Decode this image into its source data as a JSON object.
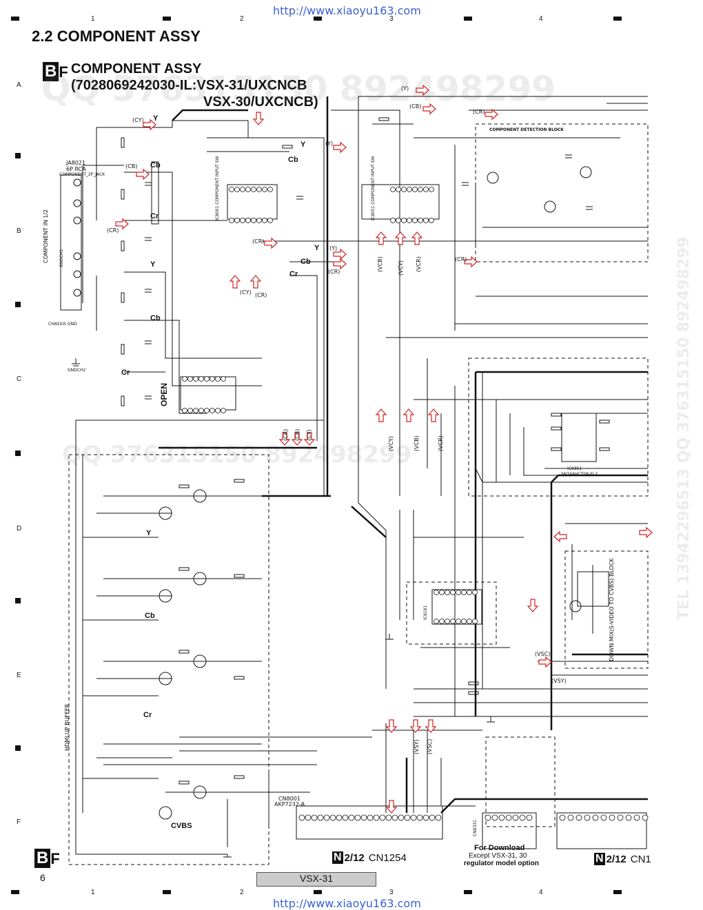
{
  "header": {
    "url_top": "http://www.xiaoyu163.com",
    "url_bottom": "http://www.xiaoyu163.com",
    "columns": [
      "1",
      "2",
      "3",
      "4"
    ],
    "rows": [
      "A",
      "B",
      "C",
      "D",
      "E",
      "F"
    ]
  },
  "section": {
    "title": "2.2  COMPONENT ASSY",
    "board_code_letter": "B",
    "board_code_suffix": "F",
    "assy_title_line1": "COMPONENT ASSY",
    "assy_title_line2": "(7028069242030-IL:VSX-31/UXCNCB",
    "assy_title_line3": "VSX-30/UXCNCB)"
  },
  "watermarks": [
    "QQ 376315150  892498299",
    "TEL 13942296513  QQ 376315150  892498299"
  ],
  "input_jack": {
    "ref": "JA8021",
    "type": "6P RCA",
    "name": "COMPONENT_2P_JACK",
    "side_label": "COMPONENT IN 1/2",
    "ground_labels": [
      "GNDCH1",
      "CHASSIS GND",
      "GNDCH2"
    ]
  },
  "signals": {
    "y": "Y",
    "cb": "Cb",
    "cr": "Cr",
    "cy_tag": "(CY)",
    "cb_tag": "(CB)",
    "cr_tag": "(CR)",
    "y_tag": "(Y)",
    "vcy": "(VCY)",
    "vcb": "(VCB)",
    "vcr": "(VCR)",
    "vsc": "(VSC)",
    "vsy": "(VSY)",
    "cvbs": "CVBS"
  },
  "blocks": {
    "detection": "COMPONENT DETECTION BLOCK",
    "hdmi_buffer": "HDMI UP BUFFER",
    "down_mix": "DOWN MIX(S-VIDEO TO CVBS) BLOCK",
    "open": "OPEN"
  },
  "ics": {
    "ic8001": "IC8001 COMPONENT INPUT SW",
    "ic8051": "IC8051 COMPONENT INPUT SW",
    "ic8351": "IC8351",
    "ic8351_part": "SN74AHCT08-EL2",
    "ic8181": "IC8181"
  },
  "connectors": {
    "cn8001": "CN8001",
    "cn8001_part": "AKP7232-A",
    "cn8331": "CN8331",
    "download_l1": "For Download",
    "download_l2": "Except VSX-31, 30",
    "download_l3": "regulator model option",
    "n_letter": "N",
    "ref_left_num": "2/12",
    "ref_left_cn": "CN1254",
    "ref_right_num": "2/12",
    "ref_right_cn": "CN1"
  },
  "footer": {
    "page": "6",
    "model": "VSX-31"
  },
  "colors": {
    "ink": "#111111",
    "arrow_red": "#d02020",
    "url_blue": "#3a5fd0",
    "footer_gray": "#cccccc"
  }
}
